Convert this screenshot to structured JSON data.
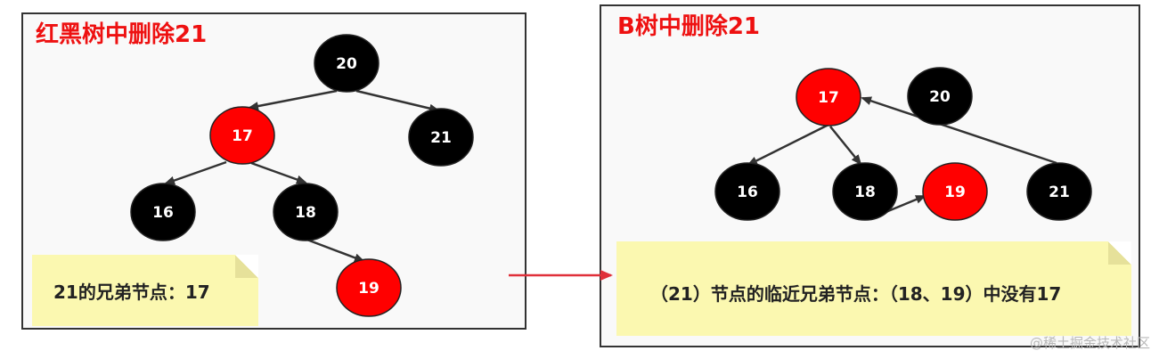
{
  "left": {
    "title": "红黑树中删除21",
    "note": "21的兄弟节点：17",
    "nodes": [
      {
        "id": "L20",
        "label": "20",
        "color": "#000000"
      },
      {
        "id": "L17",
        "label": "17",
        "color": "#ff0000"
      },
      {
        "id": "L21",
        "label": "21",
        "color": "#000000"
      },
      {
        "id": "L16",
        "label": "16",
        "color": "#000000"
      },
      {
        "id": "L18",
        "label": "18",
        "color": "#000000"
      },
      {
        "id": "L19",
        "label": "19",
        "color": "#ff0000"
      }
    ]
  },
  "right": {
    "title": "B树中删除21",
    "note": "（21）节点的临近兄弟节点：（18、19）中没有17",
    "nodes": [
      {
        "id": "R17",
        "label": "17",
        "color": "#ff0000"
      },
      {
        "id": "R20",
        "label": "20",
        "color": "#000000"
      },
      {
        "id": "R16",
        "label": "16",
        "color": "#000000"
      },
      {
        "id": "R18",
        "label": "18",
        "color": "#000000"
      },
      {
        "id": "R19",
        "label": "19",
        "color": "#ff0000"
      },
      {
        "id": "R21",
        "label": "21",
        "color": "#000000"
      }
    ]
  },
  "watermark": "@稀土掘金技术社区",
  "colors": {
    "red": "#ff0000",
    "black": "#000000",
    "arrow": "#333333",
    "transition_arrow": "#e0303a"
  }
}
